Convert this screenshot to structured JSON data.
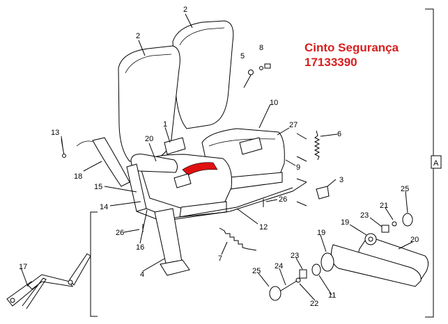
{
  "title": {
    "line1": "Cinto Segurança",
    "line2": "17133390"
  },
  "section_label": "A",
  "callouts": {
    "c1": "1",
    "c2a": "2",
    "c2b": "2",
    "c3": "3",
    "c4": "4",
    "c5": "5",
    "c6": "6",
    "c7": "7",
    "c8": "8",
    "c9": "9",
    "c10": "10",
    "c11": "11",
    "c12": "12",
    "c13": "13",
    "c14": "14",
    "c15": "15",
    "c16": "16",
    "c17": "17",
    "c18": "18",
    "c19a": "19",
    "c19b": "19",
    "c20a": "20",
    "c20b": "20",
    "c21": "21",
    "c22": "22",
    "c23a": "23",
    "c23b": "23",
    "c24": "24",
    "c25a": "25",
    "c25b": "25",
    "c26a": "26",
    "c26b": "26",
    "c27": "27"
  },
  "colors": {
    "title_red": "#d81e1e",
    "highlight_red": "#e01010",
    "line_black": "#000000"
  }
}
